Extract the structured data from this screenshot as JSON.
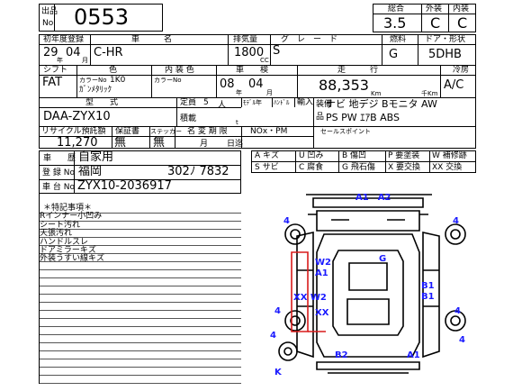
{
  "header": {
    "lot_label": "出品\nNo",
    "lot_label_1": "出品",
    "lot_label_2": "No",
    "lot_number": "0553",
    "overall_label": "総合",
    "exterior_label": "外装",
    "interior_label": "内装",
    "overall_score": "3.5",
    "exterior_score": "C",
    "interior_score": "C"
  },
  "row1": {
    "reg_label": "初年度登録",
    "car_name_label": "車　　　名",
    "displacement_label": "排気量",
    "grade_label": "グ　レ　ー　ド",
    "fuel_label": "燃料",
    "doors_label": "ドア・形状",
    "year": "29",
    "month": "04",
    "year_unit": "年",
    "month_unit": "月",
    "car_name": "C-HR",
    "displacement": "1800",
    "cc_unit": "CC",
    "grade": "S",
    "fuel": "G",
    "doors": "5DHB"
  },
  "row2": {
    "shift_label": "シフト",
    "color_label": "色",
    "interior_label": "内 装 色",
    "inspection_label": "車　　検",
    "mileage_label": "走　　　行",
    "ac_label": "冷房",
    "shift": "FAT",
    "color_no_label": "カラーNo",
    "color_no": "1K0",
    "color_name": "ｶﾞﾝﾒﾀﾘｯｸ",
    "interior_color_no_label": "カラーNo",
    "inspection_year": "08",
    "inspection_month": "04",
    "inspection_year_unit": "年",
    "inspection_month_unit": "月",
    "mileage": "88,353",
    "km_unit": "Km",
    "thousand_km_unit": "千Km",
    "ac": "A/C"
  },
  "row3": {
    "model_label": "型　　式",
    "capacity_label": "定員",
    "capacity": "5",
    "capacity_unit": "人",
    "model_handle_label": "ﾓﾃﾞﾙ年",
    "handle_label": "ﾊﾝﾄﾞﾙ",
    "import_label": "輸入",
    "equip_label": "装備",
    "equip_label_2": "品",
    "model": "DAA-ZYX10",
    "load_label": "積載",
    "load_unit": "t",
    "equipment_1": "ナビ 地デジ Bモニタ AW",
    "equipment_2": "PS PW ｴｱB ABS"
  },
  "row4": {
    "recycle_label": "リサイクル預託額",
    "warranty_label": "保証書",
    "sticker_label": "ステッカー",
    "name_change_label": "名 変 期 限",
    "nox_label": "NOx・PM",
    "sales_point_label": "セールスポイント",
    "recycle_amount": "11,270",
    "warranty": "無",
    "sticker": "無",
    "month_unit": "月",
    "date_unit": "日迄"
  },
  "history": {
    "history_label": "車　　歴",
    "history": "自家用",
    "reg_no_label": "登 録 No",
    "reg_area": "福岡",
    "reg_number": "302ﾉ 7832",
    "chassis_label": "車 台 No",
    "chassis": "ZYX10-2036917"
  },
  "legend": [
    [
      "A キズ",
      "U 凹み",
      "B 傷凹",
      "P 要塗装",
      "W 補修跡"
    ],
    [
      "S サビ",
      "C 腐食",
      "G 飛石傷",
      "X 要交換",
      "XX 交換"
    ]
  ],
  "notes": {
    "title": "＊特記事項＊",
    "items": [
      "Rインナー小凹み",
      "シート汚れ",
      "天張汚れ",
      "ハンドルスレ",
      "ドアミラーキズ",
      "外装うすい線キズ"
    ]
  },
  "diagram": {
    "a1_a2": "A1　A2",
    "four_tl": "4",
    "four_tr": "4",
    "four_ml": "4",
    "four_mr": "4",
    "four_bl": "4",
    "four_br": "4",
    "w2_top": "W2",
    "a1_side": "A1",
    "g": "G",
    "xx_w2": "XX W2",
    "xx": "XX",
    "b1_a": "B1",
    "b1_b": "B1",
    "b2": "B2",
    "a1_bottom": "A1",
    "k": "K"
  }
}
